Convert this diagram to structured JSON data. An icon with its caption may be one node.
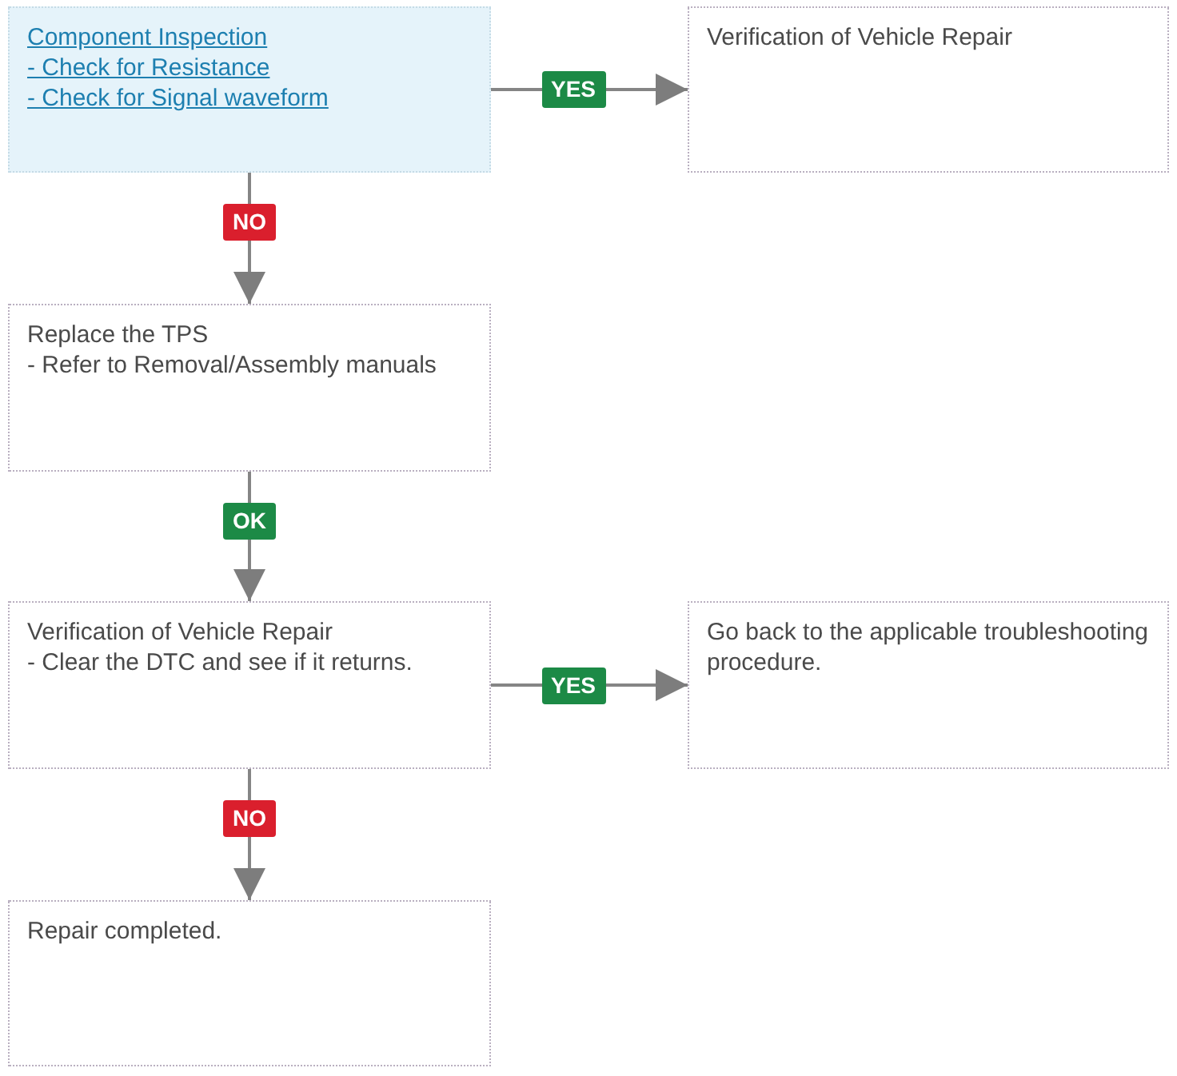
{
  "diagram": {
    "nodes": [
      {
        "text": [
          "Component Inspection",
          "- Check for Resistance",
          "- Check for Signal waveform"
        ]
      },
      {
        "text": [
          "Verification of Vehicle Repair"
        ]
      },
      {
        "text": [
          "Replace the TPS",
          "- Refer to Removal/Assembly manuals"
        ]
      },
      {
        "text": [
          "Verification of Vehicle Repair",
          "- Clear the DTC and see if it returns."
        ]
      },
      {
        "text": [
          "Go back to the applicable troubleshooting procedure."
        ]
      },
      {
        "text": [
          "Repair completed."
        ]
      }
    ],
    "edges": [
      {
        "from": 0,
        "to": 1,
        "arrow": "to",
        "label": "YES"
      },
      {
        "from": 0,
        "to": 2,
        "arrow": "to",
        "label": "NO"
      },
      {
        "from": 2,
        "to": 3,
        "arrow": "to",
        "label": "OK"
      },
      {
        "from": 3,
        "to": 4,
        "arrow": "to",
        "label": "YES"
      },
      {
        "from": 3,
        "to": 5,
        "arrow": "to",
        "label": "NO"
      }
    ]
  }
}
